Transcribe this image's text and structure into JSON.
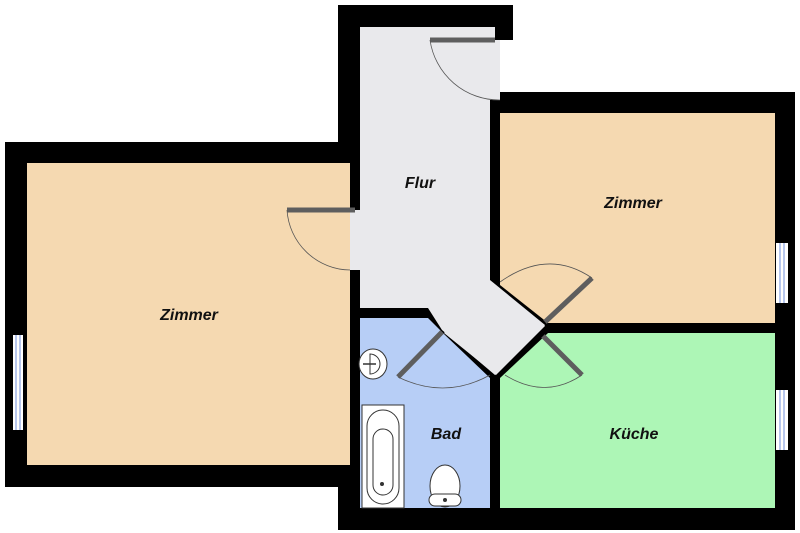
{
  "rooms": {
    "flur": {
      "label": "Flur"
    },
    "zimmer_left": {
      "label": "Zimmer"
    },
    "zimmer_right": {
      "label": "Zimmer"
    },
    "bad": {
      "label": "Bad"
    },
    "kueche": {
      "label": "Küche"
    }
  },
  "colors": {
    "wall": "#000000",
    "zimmer": "#f5d9b1",
    "flur": "#e9e9ec",
    "bad": "#b7cef6",
    "kueche": "#adf6b6",
    "door": "#5e5e5e",
    "window": "#9fb4e8"
  }
}
